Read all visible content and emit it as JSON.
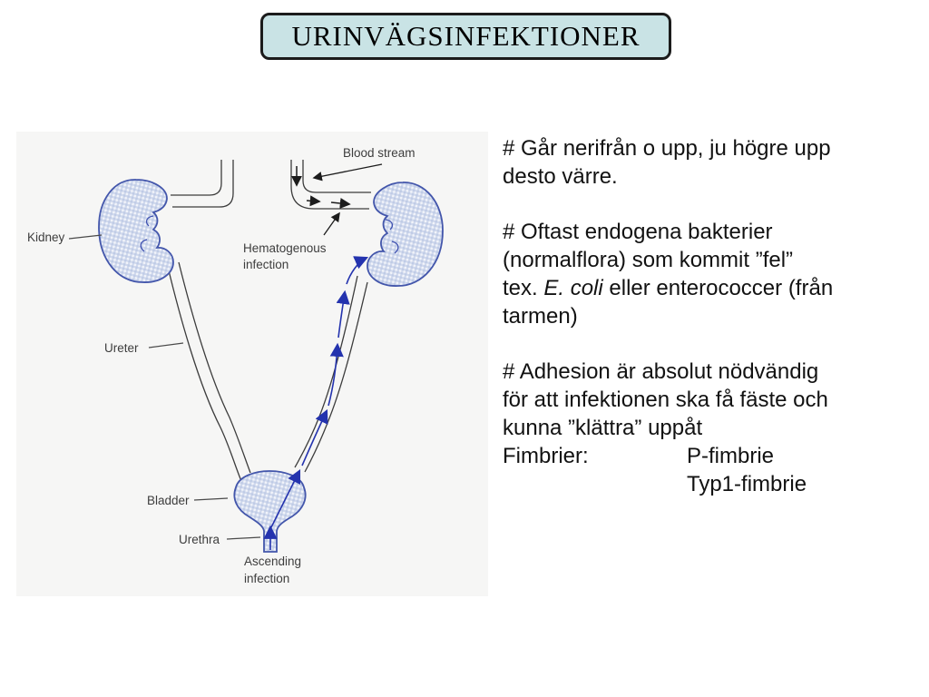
{
  "title": {
    "text": "URINVÄGSINFEKTIONER"
  },
  "diagram": {
    "labels": {
      "blood_stream": "Blood stream",
      "hematogenous_line1": "Hematogenous",
      "hematogenous_line2": "infection",
      "kidney": "Kidney",
      "ureter": "Ureter",
      "bladder": "Bladder",
      "urethra": "Urethra",
      "ascending_line1": "Ascending",
      "ascending_line2": "infection"
    },
    "colors": {
      "panel_bg": "#f6f6f5",
      "organ_outline": "#4356ab",
      "organ_check": "#aebde0",
      "organ_check_base": "#f2f4fa",
      "ascending_arrow_blue": "#2433ae",
      "flow_arrow_black": "#1c1c1c",
      "label_text": "#3d3d3d"
    }
  },
  "notes": {
    "l1": "# Går nerifrån o upp, ju högre upp",
    "l2": "desto värre.",
    "l4": "# Oftast endogena bakterier",
    "l5": "(normalflora) som kommit ”fel”",
    "l6a": "tex. ",
    "l6b": "E. coli",
    "l6c": " eller enterococcer (från",
    "l7": "tarmen)",
    "l9": "# Adhesion är absolut nödvändig",
    "l10": "för att infektionen ska få fäste och",
    "l11": "kunna ”klättra” uppåt",
    "l12a": "Fimbrier:",
    "l12b": "P-fimbrie",
    "l13": "Typ1-fimbrie"
  },
  "slide_colors": {
    "title_fill": "#c9e3e5",
    "title_border": "#1b1b1b",
    "background": "#ffffff"
  }
}
